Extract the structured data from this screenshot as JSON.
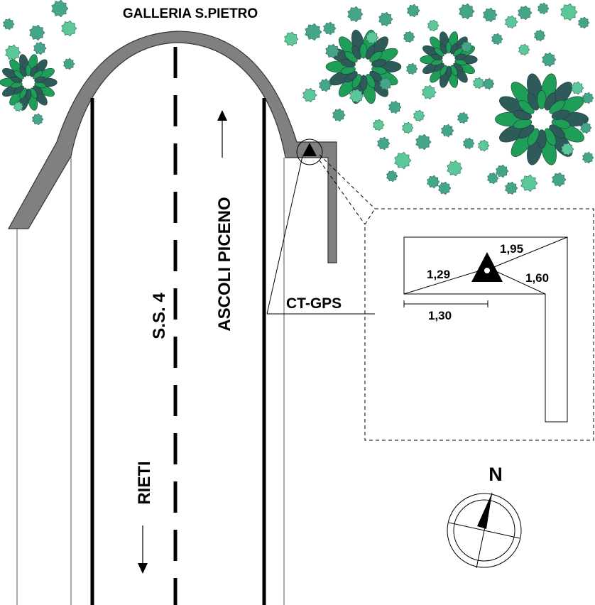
{
  "map": {
    "tunnel_label": "GALLERIA S.PIETRO",
    "road_label": "S.S. 4",
    "direction_north": "ASCOLI PICENO",
    "direction_south": "RIETI",
    "station_label": "CT-GPS",
    "compass_label": "N"
  },
  "inset": {
    "measurements": [
      "1,95",
      "1,29",
      "1,60",
      "1,30"
    ]
  },
  "colors": {
    "road_edge": "#808080",
    "tree_dark": "#1f9e57",
    "tree_mid": "#44a58a",
    "tree_light": "#5cc89a",
    "tree_shadow": "#2e5b5a"
  }
}
